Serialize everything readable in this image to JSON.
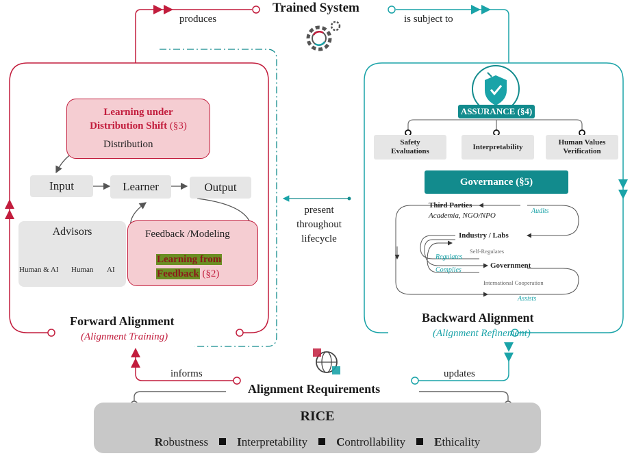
{
  "top": {
    "title": "Trained System",
    "produces": "produces",
    "subject_to": "is subject to"
  },
  "forward": {
    "title": "Forward Alignment",
    "subtitle": "(Alignment Training)",
    "distribution_shift": {
      "line1": "Learning under",
      "line2": "Distribution Shift",
      "ref": "(§3)",
      "distribution": "Distribution"
    },
    "input": "Input",
    "learner": "Learner",
    "output": "Output",
    "advisors": {
      "title": "Advisors",
      "items": [
        "Human & AI",
        "Human",
        "AI"
      ]
    },
    "feedback": {
      "label_a": "Feedback",
      "sep": "/",
      "label_b": "Modeling",
      "learning_1": "Learning from",
      "learning_2": "Feedback",
      "ref": "(§2)"
    }
  },
  "middle": {
    "line1": "present",
    "line2": "throughout",
    "line3": "lifecycle"
  },
  "backward": {
    "title": "Backward Alignment",
    "subtitle": "(Alignment Refinement)",
    "assurance": "ASSURANCE (§4)",
    "assurance_items": [
      {
        "line1": "Safety",
        "line2": "Evaluations"
      },
      {
        "line1": "Interpretability",
        "line2": ""
      },
      {
        "line1": "Human Values",
        "line2": "Verification"
      }
    ],
    "governance": "Governance (§5)",
    "gov": {
      "third_parties": "Third Parties",
      "third_parties_sub": "Academia, NGO/NPO",
      "audits": "Audits",
      "industry": "Industry / Labs",
      "self_regulates": "Self-Regulates",
      "regulates": "Regulates",
      "government": "Government",
      "complies": "Complies",
      "international": "International Cooperation",
      "assists": "Assists"
    }
  },
  "bottom": {
    "informs": "informs",
    "updates": "updates",
    "requirements": "Alignment Requirements",
    "rice": "RICE",
    "terms": [
      {
        "initial": "R",
        "rest": "obustness"
      },
      {
        "initial": "I",
        "rest": "nterpretability"
      },
      {
        "initial": "C",
        "rest": "ontrollability"
      },
      {
        "initial": "E",
        "rest": "thicality"
      }
    ]
  },
  "colors": {
    "red": "#c21d3d",
    "teal": "#1aa3a8",
    "dark_teal": "#128b8d",
    "pink": "#f5cdd2",
    "grey": "#e6e6e6"
  }
}
